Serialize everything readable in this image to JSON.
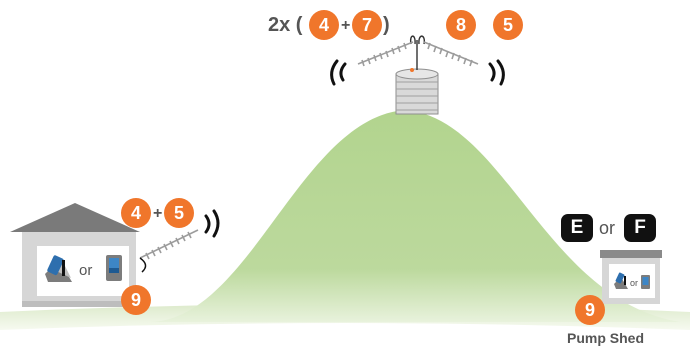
{
  "colors": {
    "badge": "#F0762B",
    "hill": "#B7D796",
    "building": "#D6D6D6",
    "roof": "#777777",
    "text": "#555555",
    "key_bg": "#111111"
  },
  "tower": {
    "multiplier": "2x (",
    "close": ")",
    "left_badges": [
      "4",
      "7"
    ],
    "right_badges": [
      "8",
      "5"
    ],
    "plus": "+"
  },
  "house": {
    "badges": [
      "4",
      "5"
    ],
    "plus": "+",
    "booster_badge": "9",
    "or_text": "or"
  },
  "pump_shed": {
    "label": "Pump Shed",
    "key_left": "E",
    "key_right": "F",
    "or_text": "or",
    "booster_badge": "9",
    "inner_or_text": "or"
  },
  "icons": [
    "hill",
    "house-icon",
    "water-tank-icon",
    "antenna-icon",
    "signal-waves-icon",
    "booster-icon",
    "phone-icon"
  ]
}
